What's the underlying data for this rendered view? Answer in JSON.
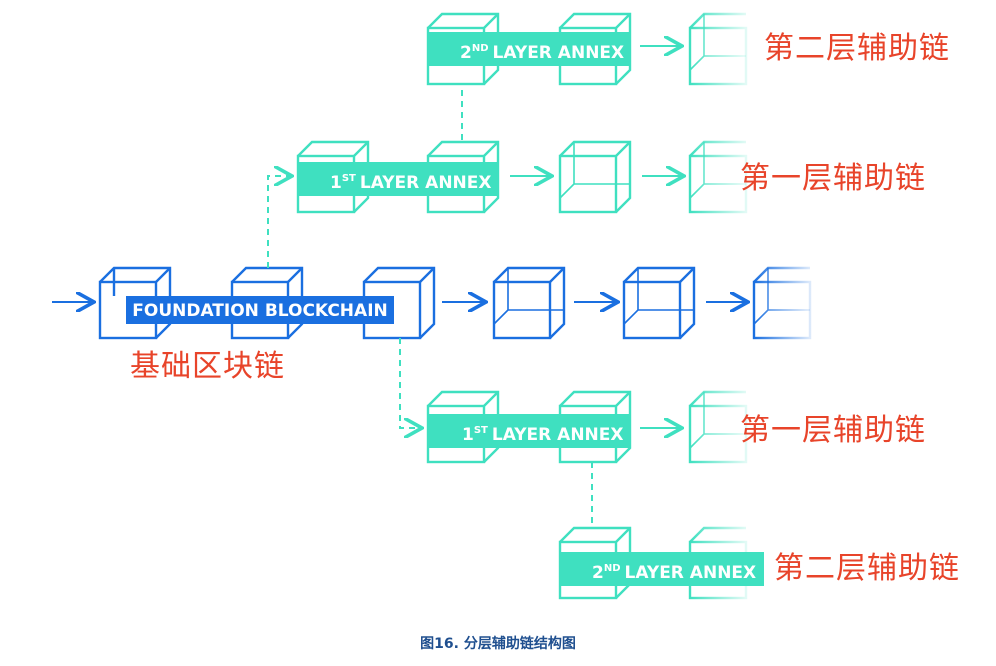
{
  "labels": {
    "foundation_bar": "FOUNDATION BLOCKCHAIN",
    "annex_1st_top": {
      "num": "1",
      "sup": "ST",
      "text": "LAYER ANNEX"
    },
    "annex_2nd_top": {
      "num": "2",
      "sup": "ND",
      "text": "LAYER ANNEX"
    },
    "annex_1st_bottom": {
      "num": "1",
      "sup": "ST",
      "text": "LAYER ANNEX"
    },
    "annex_2nd_bottom": {
      "num": "2",
      "sup": "ND",
      "text": "LAYER ANNEX"
    }
  },
  "chinese_labels": {
    "second_layer_top": "第二层辅助链",
    "first_layer_top": "第一层辅助链",
    "foundation": "基础区块链",
    "first_layer_bottom": "第一层辅助链",
    "second_layer_bottom": "第二层辅助链"
  },
  "caption": "图16. 分层辅助链结构图",
  "colors": {
    "blue": "#1a6fe0",
    "teal": "#3fe0c0",
    "red": "#e8442a",
    "caption": "#1f4f8f"
  }
}
